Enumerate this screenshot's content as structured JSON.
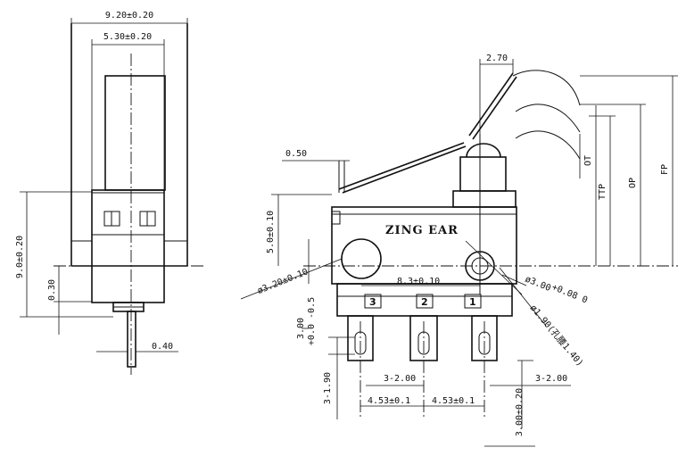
{
  "drawing": {
    "brand": "ZING EAR",
    "pin_numbers": [
      "3",
      "2",
      "1"
    ],
    "dimensions": {
      "overall_width": "9.20±0.20",
      "inner_width": "5.30±0.20",
      "left_height": "9.0±0.20",
      "base_offset": "0.30",
      "pin_thickness": "0.40",
      "lever_gap": "0.50",
      "actuator_offset": "2.70",
      "mount_height": "5.0±0.10",
      "mount_hole_left": "ø3.20±0.10",
      "hole_spacing": "8.3±0.10",
      "mount_hole_right": "ø3.00",
      "hole_tolerance": "+0.08 0",
      "slot_size": "ø1.90(孔腰1.40)",
      "terminal_length": "3.00",
      "terminal_tolerance": "+0.0 -0.5",
      "slot_width_left": "3-2.00",
      "slot_width_right": "3-2.00",
      "slot_height": "3-1.90",
      "pitch_left": "4.53±0.1",
      "pitch_right": "4.53±0.1",
      "terminal_tail": "3.00±0.20",
      "ot": "OT",
      "ttp": "TTP",
      "op": "OP",
      "fp": "FP"
    }
  }
}
